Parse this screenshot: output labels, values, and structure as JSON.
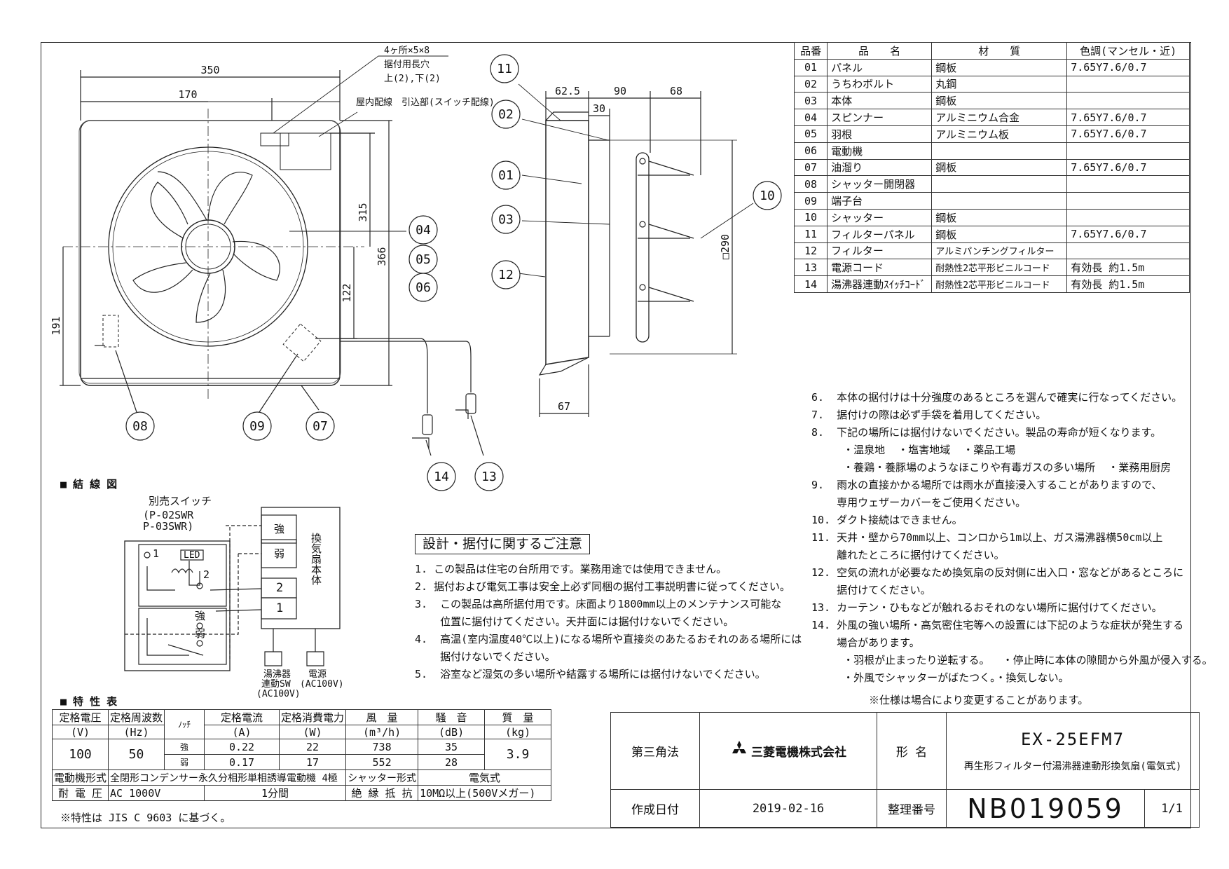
{
  "front": {
    "dims": {
      "w350": "350",
      "w170": "170",
      "h315": "315",
      "h366": "366",
      "h122": "122",
      "h191": "191"
    },
    "slot": {
      "line1": "4ヶ所×5×8",
      "line2": "据付用長穴",
      "line3": "上(2),下(2)"
    },
    "wiring_entry": "屋内配線　引込部(スイッチ配線)"
  },
  "side": {
    "dims": {
      "d625": "62.5",
      "d90": "90",
      "d68": "68",
      "d30": "30",
      "d67": "67",
      "d290": "□290"
    }
  },
  "balloons": {
    "b11": "11",
    "b02": "02",
    "b01": "01",
    "b03": "03",
    "b12": "12",
    "b10": "10",
    "b04": "04",
    "b05": "05",
    "b06": "06",
    "b08": "08",
    "b09": "09",
    "b07": "07",
    "b14": "14",
    "b13": "13"
  },
  "parts_table": {
    "headers": [
      "品番",
      "品　　名",
      "材　　質",
      "色調(マンセル・近)"
    ],
    "rows": [
      [
        "01",
        "パネル",
        "鋼板",
        "7.65Y7.6/0.7"
      ],
      [
        "02",
        "うちわボルト",
        "丸鋼",
        ""
      ],
      [
        "03",
        "本体",
        "鋼板",
        ""
      ],
      [
        "04",
        "スピンナー",
        "アルミニウム合金",
        "7.65Y7.6/0.7"
      ],
      [
        "05",
        "羽根",
        "アルミニウム板",
        "7.65Y7.6/0.7"
      ],
      [
        "06",
        "電動機",
        "",
        ""
      ],
      [
        "07",
        "油溜り",
        "鋼板",
        "7.65Y7.6/0.7"
      ],
      [
        "08",
        "シャッター開閉器",
        "",
        ""
      ],
      [
        "09",
        "端子台",
        "",
        ""
      ],
      [
        "10",
        "シャッター",
        "鋼板",
        ""
      ],
      [
        "11",
        "フィルターパネル",
        "鋼板",
        "7.65Y7.6/0.7"
      ],
      [
        "12",
        "フィルター",
        "アルミパンチングフィルター",
        ""
      ],
      [
        "13",
        "電源コード",
        "耐熱性2芯平形ビニルコード",
        "有効長 約1.5m"
      ],
      [
        "14",
        "湯沸器連動ｽｲｯﾁｺｰﾄﾞ",
        "耐熱性2芯平形ビニルコード",
        "有効長 約1.5m"
      ]
    ]
  },
  "wiring": {
    "heading": "■ 結 線 図",
    "switch_label": "別売スイッチ",
    "switch_models": "(P-02SWR\nP-03SWR)",
    "led": "LED",
    "term1": "1",
    "term2": "2",
    "strong": "強",
    "weak": "弱",
    "box_strong": "強",
    "box_weak": "弱",
    "box_2": "2",
    "box_1": "1",
    "unit_label": "換気扇本体",
    "plug1_l1": "湯沸器",
    "plug1_l2": "連動SW",
    "plug1_l3": "(AC100V)",
    "plug2_l1": "電源",
    "plug2_l2": "(AC100V)"
  },
  "notes_heading": "設計・据付に関するご注意",
  "notes_left": [
    "1. この製品は住宅の台所用です。業務用途では使用できません。",
    "2. 据付および電気工事は安全上必ず同梱の据付工事説明書に従ってください。",
    "3.  この製品は高所据付用です。床面より1800mm以上のメンテナンス可能な",
    "    位置に据付けてください。天井面には据付けないでください。",
    "4.  高温(室内温度40℃以上)になる場所や直接炎のあたるおそれのある場所には",
    "    据付けないでください。",
    "5.  浴室など湿気の多い場所や結露する場所には据付けないでください。"
  ],
  "notes_right": [
    "6.  本体の据付けは十分強度のあるところを選んで確実に行なってください。",
    "7.  据付けの際は必ず手袋を着用してください。",
    "8.  下記の場所には据付けないでください。製品の寿命が短くなります。",
    "     ・温泉地  ・塩害地域  ・薬品工場",
    "     ・養鶏・養豚場のようなほこりや有毒ガスの多い場所  ・業務用厨房",
    "9.  雨水の直接かかる場所では雨水が直接浸入することがありますので、",
    "    専用ウェザーカバーをご使用ください。",
    "10. ダクト接続はできません。",
    "11. 天井・壁から70mm以上、コンロから1m以上、ガス湯沸器横50cm以上",
    "    離れたところに据付けてください。",
    "12. 空気の流れが必要なため換気扇の反対側に出入口・窓などがあるところに",
    "    据付けてください。",
    "13. カーテン・ひもなどが触れるおそれのない場所に据付けてください。",
    "14. 外風の強い場所・高気密住宅等への設置には下記のような症状が発生する",
    "    場合があります。",
    "     ・羽根が止まったり逆転する。  ・停止時に本体の隙間から外風が侵入する。",
    "     ・外風でシャッターがばたつく。・換気しない。"
  ],
  "spec_note": "※仕様は場合により変更することがあります。",
  "spec": {
    "heading": "■ 特 性 表",
    "h_voltage": "定格電圧",
    "u_voltage": "(V)",
    "h_freq": "定格周波数",
    "u_freq": "(Hz)",
    "h_notch": "ﾉｯﾁ",
    "h_current": "定格電流",
    "u_current": "(A)",
    "h_power": "定格消費電力",
    "u_power": "(W)",
    "h_air": "風　量",
    "u_air": "(m³/h)",
    "h_noise": "騒　音",
    "u_noise": "(dB)",
    "h_mass": "質　量",
    "u_mass": "(kg)",
    "voltage": "100",
    "freq": "50",
    "mass": "3.9",
    "rows": [
      {
        "notch": "強",
        "current": "0.22",
        "power": "22",
        "air": "738",
        "noise": "35"
      },
      {
        "notch": "弱",
        "current": "0.17",
        "power": "17",
        "air": "552",
        "noise": "28"
      }
    ],
    "motor_label": "電動機形式",
    "motor": "全閉形コンデンサー永久分相形単相誘導電動機  4極",
    "shutter_label": "シャッター形式",
    "shutter": "電気式",
    "withstand_label": "耐 電 圧",
    "withstand": "AC 1000V",
    "withstand_time": "1分間",
    "insul_label": "絶 縁 抵 抗",
    "insul": "10MΩ以上(500Vメガー)",
    "footnote": "※特性は  JIS C 9603  に基づく。"
  },
  "title_block": {
    "projection": "第三角法",
    "company": "三菱電機株式会社",
    "model_label": "形 名",
    "model": "EX-25EFM7",
    "desc": "再生形フィルター付湯沸器連動形換気扇(電気式)",
    "date_label": "作成日付",
    "date": "2019-02-16",
    "no_label": "整理番号",
    "no": "NB019059",
    "sheet": "1/1"
  }
}
